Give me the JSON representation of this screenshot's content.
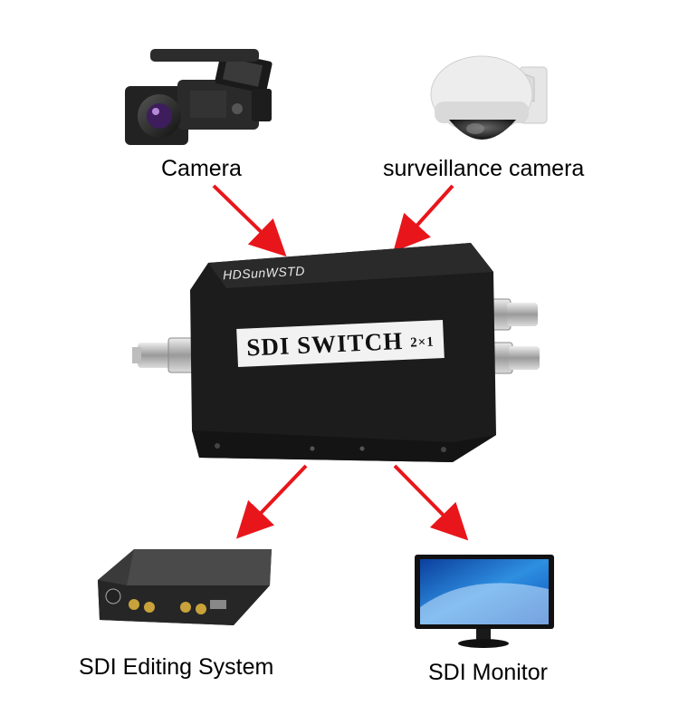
{
  "sources": {
    "camera_label": "Camera",
    "surveillance_label": "surveillance camera"
  },
  "device": {
    "brand": "HDSunWSTD",
    "label": "SDI SWITCH",
    "label_sub": "2×1"
  },
  "outputs": {
    "editing_label": "SDI Editing System",
    "monitor_label": "SDI Monitor"
  },
  "colors": {
    "arrow": "#e8161b",
    "device_body": "#1c1c1c",
    "label_plate": "#f2f2f2"
  },
  "icons": [
    "camcorder-icon",
    "dome-camera-icon",
    "sdi-switch-device",
    "editing-system-icon",
    "monitor-icon"
  ]
}
